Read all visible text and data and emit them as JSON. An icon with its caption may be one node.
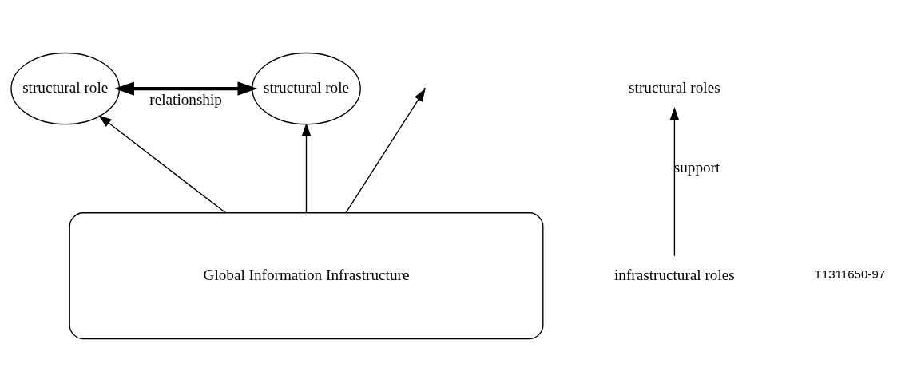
{
  "diagram": {
    "nodes": [
      {
        "text": [
          "structural role"
        ]
      },
      {
        "text": [
          "structural role"
        ]
      },
      {
        "text": [
          "Global Information Infrastructure"
        ]
      },
      {
        "text": [
          "structural roles"
        ]
      },
      {
        "text": [
          "infrastructural roles"
        ]
      }
    ],
    "edges": [
      {
        "from": 0,
        "to": 1,
        "arrow": "both",
        "label": "relationship",
        "style": "thick"
      },
      {
        "from": 2,
        "to": 0,
        "arrow": "to"
      },
      {
        "from": 2,
        "to": null,
        "arrow": "to"
      },
      {
        "from": 2,
        "to": 1,
        "arrow": "to"
      },
      {
        "from": 4,
        "to": 3,
        "arrow": "to",
        "label": "support"
      }
    ],
    "labels": [
      "T1311650-97"
    ]
  }
}
